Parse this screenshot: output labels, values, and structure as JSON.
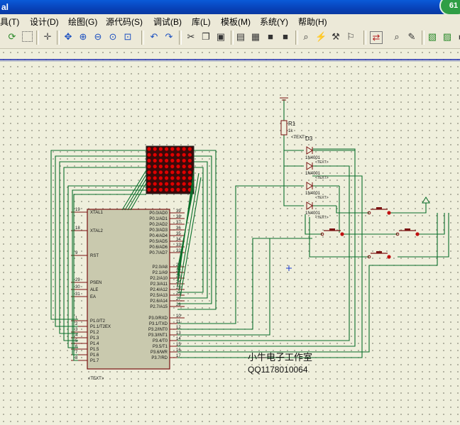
{
  "window": {
    "title": "al",
    "badge": "61"
  },
  "menu": [
    {
      "id": "tools",
      "label": "具(T)"
    },
    {
      "id": "design",
      "label": "设计(D)"
    },
    {
      "id": "graph",
      "label": "绘图(G)"
    },
    {
      "id": "source",
      "label": "源代码(S)"
    },
    {
      "id": "debug",
      "label": "调试(B)"
    },
    {
      "id": "library",
      "label": "库(L)"
    },
    {
      "id": "template",
      "label": "模板(M)"
    },
    {
      "id": "system",
      "label": "系统(Y)"
    },
    {
      "id": "help",
      "label": "帮助(H)"
    }
  ],
  "toolbar_icons": [
    "refresh-icon",
    "grid-icon",
    "origin-icon",
    "pan-icon",
    "zoom-in-icon",
    "zoom-out-icon",
    "zoom-all-icon",
    "zoom-area-icon",
    "undo-icon",
    "redo-icon",
    "cut-icon",
    "copy-icon",
    "paste-icon",
    "block-copy-icon",
    "block-move-icon",
    "block-rotate-icon",
    "block-delete-icon",
    "pick-device-icon",
    "make-device-icon",
    "packaging-icon",
    "decompose-icon",
    "wire-autoroute-icon",
    "search-tag-icon",
    "property-assign-icon",
    "new-sheet-icon",
    "remove-sheet-icon",
    "zoom-child-icon"
  ],
  "schematic": {
    "mcu": {
      "tag": "<TEXT>",
      "left_pins": [
        {
          "num": "19",
          "name": "XTAL1"
        },
        {
          "num": "18",
          "name": "XTAL2"
        },
        {
          "num": "9",
          "name": "RST"
        },
        {
          "num": "29",
          "name": "PSEN"
        },
        {
          "num": "30",
          "name": "ALE"
        },
        {
          "num": "31",
          "name": "EA"
        },
        {
          "num": "1",
          "name": "P1.0/T2"
        },
        {
          "num": "2",
          "name": "P1.1/T2EX"
        },
        {
          "num": "3",
          "name": "P1.2"
        },
        {
          "num": "4",
          "name": "P1.3"
        },
        {
          "num": "5",
          "name": "P1.4"
        },
        {
          "num": "6",
          "name": "P1.5"
        },
        {
          "num": "7",
          "name": "P1.6"
        },
        {
          "num": "8",
          "name": "P1.7"
        }
      ],
      "right_pins": [
        {
          "num": "39",
          "name": "P0.0/AD0"
        },
        {
          "num": "38",
          "name": "P0.1/AD1"
        },
        {
          "num": "37",
          "name": "P0.2/AD2"
        },
        {
          "num": "36",
          "name": "P0.3/AD3"
        },
        {
          "num": "35",
          "name": "P0.4/AD4"
        },
        {
          "num": "34",
          "name": "P0.5/AD5"
        },
        {
          "num": "33",
          "name": "P0.6/AD6"
        },
        {
          "num": "32",
          "name": "P0.7/AD7"
        },
        {
          "num": "21",
          "name": "P2.0/A8"
        },
        {
          "num": "22",
          "name": "P2.1/A9"
        },
        {
          "num": "23",
          "name": "P2.2/A10"
        },
        {
          "num": "24",
          "name": "P2.3/A11"
        },
        {
          "num": "25",
          "name": "P2.4/A12"
        },
        {
          "num": "26",
          "name": "P2.5/A13"
        },
        {
          "num": "27",
          "name": "P2.6/A14"
        },
        {
          "num": "28",
          "name": "P2.7/A15"
        },
        {
          "num": "10",
          "name": "P3.0/RXD"
        },
        {
          "num": "11",
          "name": "P3.1/TXD"
        },
        {
          "num": "12",
          "name": "P3.2/INT0"
        },
        {
          "num": "13",
          "name": "P3.3/INT1"
        },
        {
          "num": "14",
          "name": "P3.4/T0"
        },
        {
          "num": "15",
          "name": "P3.5/T1"
        },
        {
          "num": "16",
          "name": "P3.6/WR"
        },
        {
          "num": "17",
          "name": "P3.7/RD"
        }
      ]
    },
    "resistor": {
      "ref": "R1",
      "value": "1k",
      "tag": "<TEXT>"
    },
    "diodes": {
      "ref": "D3",
      "items": [
        "1N4001",
        "1N4001",
        "1N4001",
        "1N4001"
      ],
      "tag": "<TEXT>"
    },
    "caption": "小牛电子工作室",
    "qq": "QQ1178010064"
  },
  "colors": {
    "wire": "#0a6e2a",
    "component": "#7a1010",
    "led_on": "#e00000",
    "body_fill": "#c9c9ae",
    "titlebar": "#0a52d0"
  }
}
